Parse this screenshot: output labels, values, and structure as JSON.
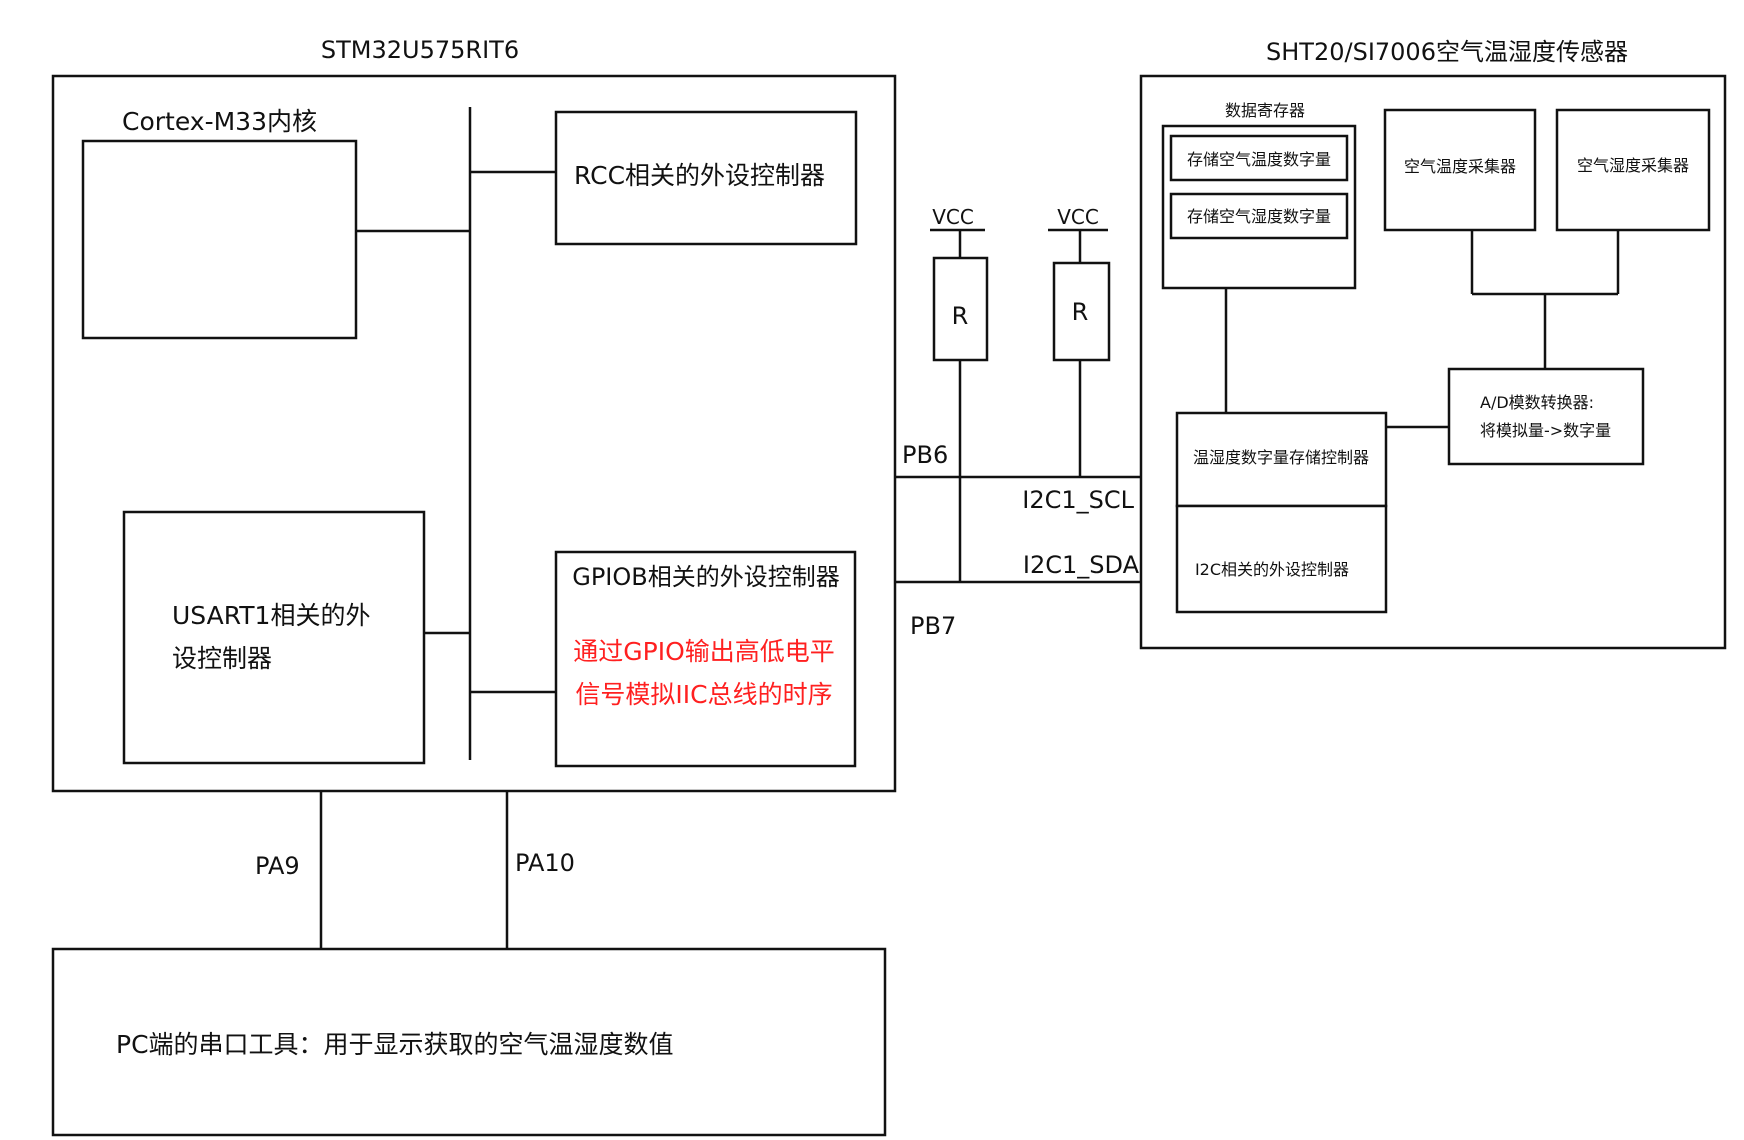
{
  "mcu": {
    "title": "STM32U575RIT6",
    "core_label": "Cortex-M33内核",
    "rcc_label": "RCC相关的外设控制器",
    "usart_line1": "USART1相关的外",
    "usart_line2": "设控制器",
    "gpiob_title": "GPIOB相关的外设控制器",
    "gpiob_note_line1": "通过GPIO输出高低电平",
    "gpiob_note_line2": "信号模拟IIC总线的时序"
  },
  "sensor": {
    "title": "SHT20/SI7006空气温湿度传感器",
    "data_register_label": "数据寄存器",
    "store_temp": "存储空气温度数字量",
    "store_humi": "存储空气湿度数字量",
    "temp_collector": "空气温度采集器",
    "humi_collector": "空气湿度采集器",
    "adc_line1": "A/D模数转换器:",
    "adc_line2": "将模拟量->数字量",
    "storage_controller": "温湿度数字量存储控制器",
    "i2c_controller": "I2C相关的外设控制器"
  },
  "bus": {
    "vcc1": "VCC",
    "vcc2": "VCC",
    "resistor1": "R",
    "resistor2": "R",
    "pb6": "PB6",
    "pb7": "PB7",
    "scl": "I2C1_SCL",
    "sda": "I2C1_SDA",
    "pa9": "PA9",
    "pa10": "PA10"
  },
  "pc": {
    "label": "PC端的串口工具：用于显示获取的空气温湿度数值"
  },
  "colors": {
    "line": "#111111",
    "note_red": "#ff2020",
    "background": "#ffffff"
  }
}
